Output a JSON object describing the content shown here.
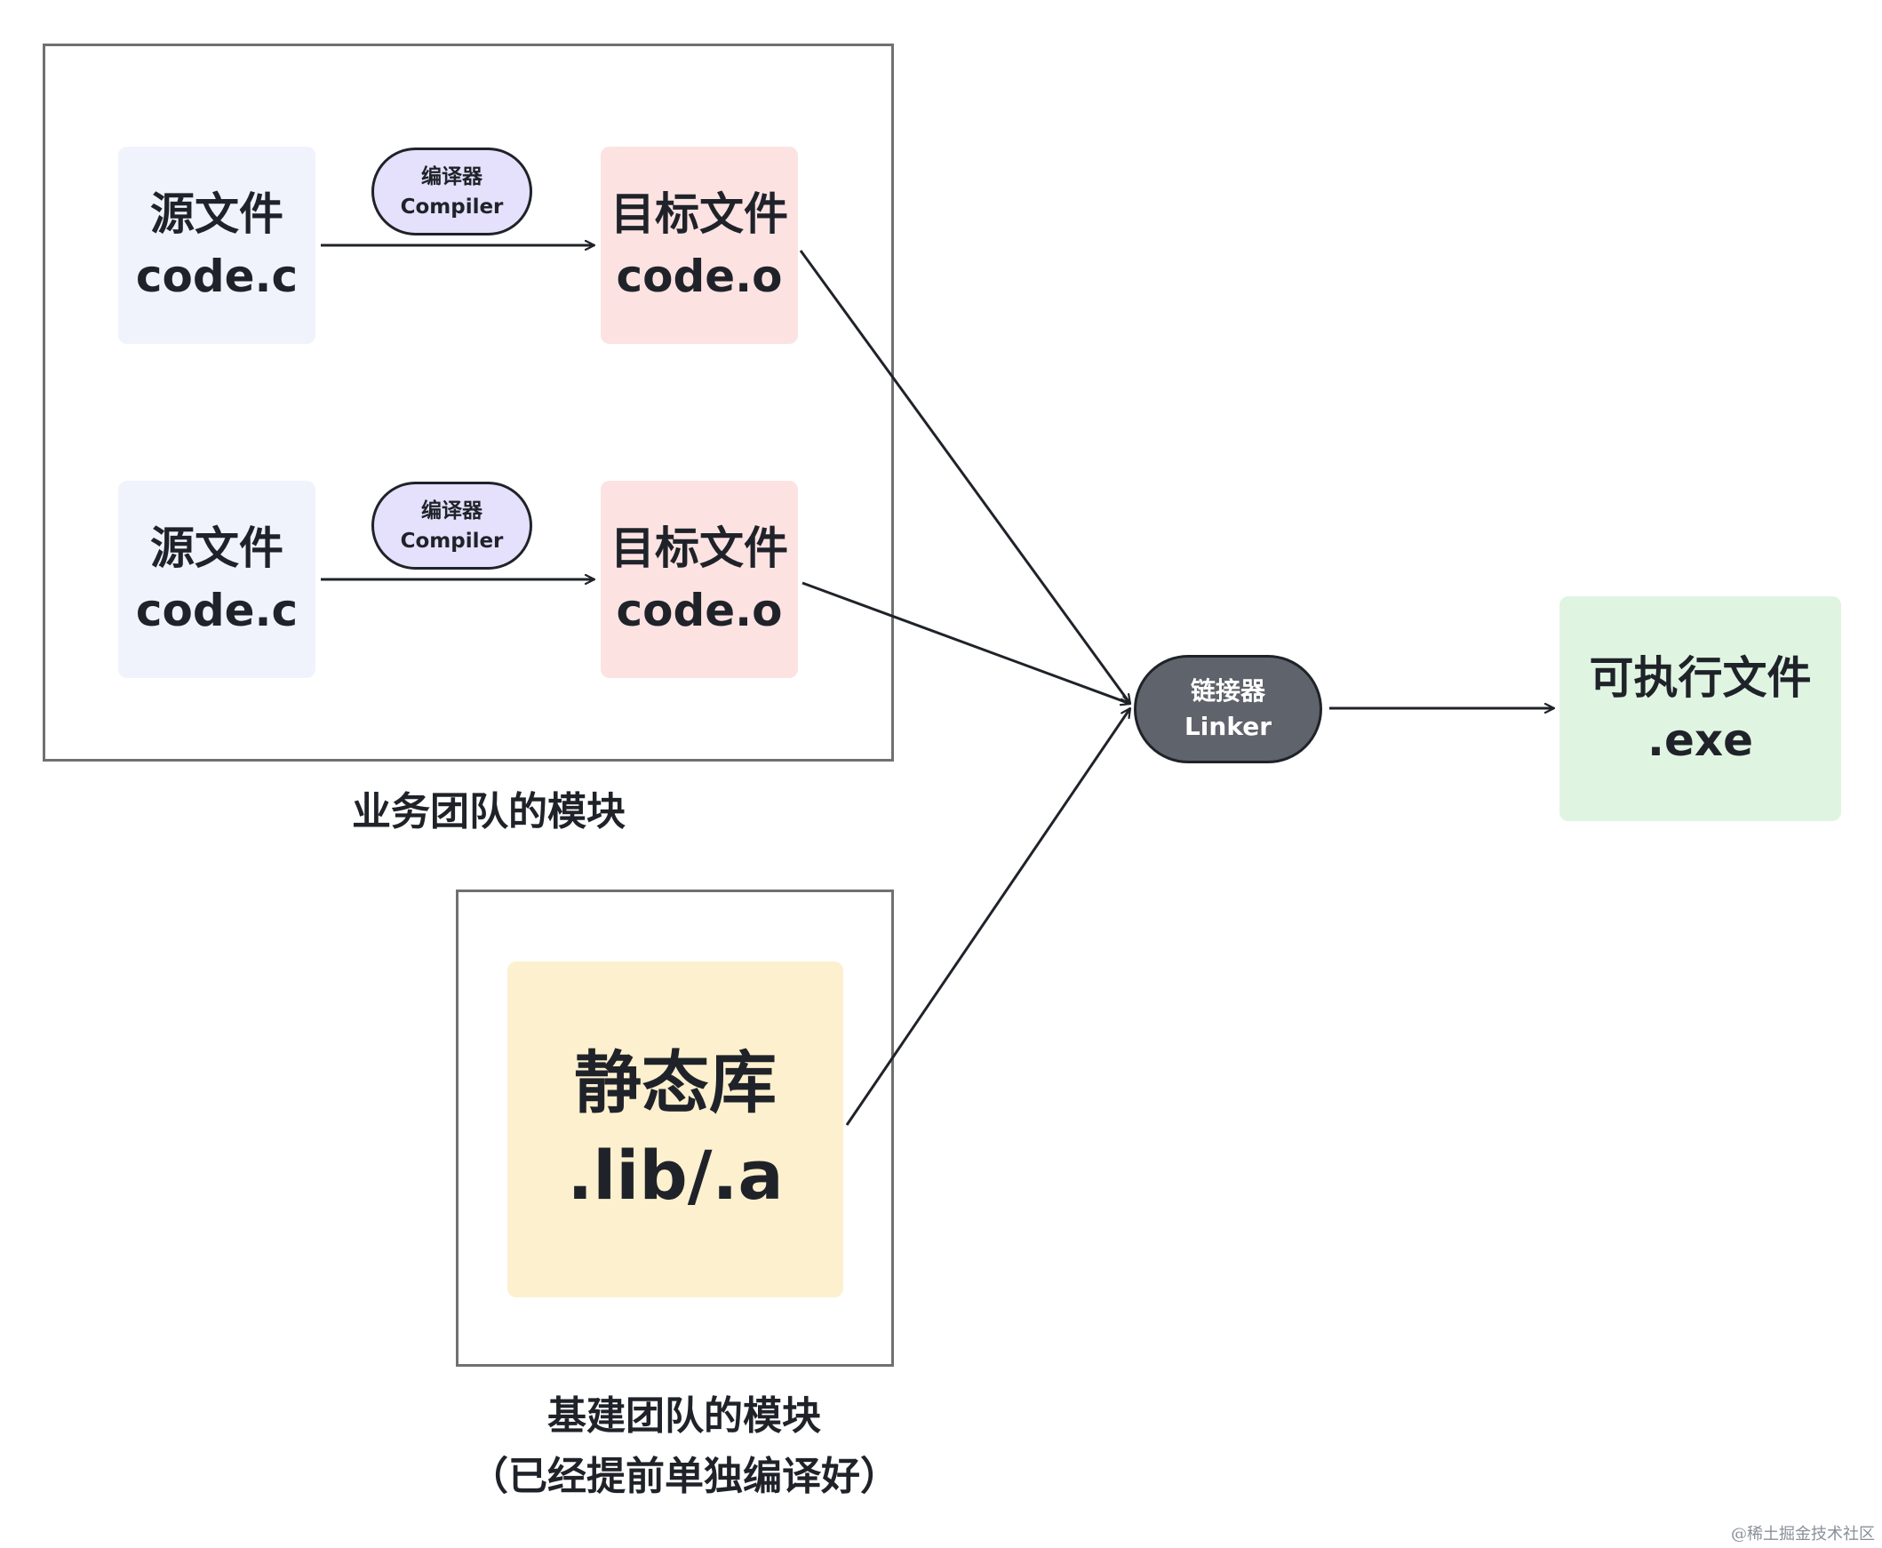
{
  "groups": {
    "business": {
      "label": "业务团队的模块"
    },
    "infra": {
      "label_line1": "基建团队的模块",
      "label_line2": "（已经提前单独编译好）"
    }
  },
  "source_files": [
    {
      "title": "源文件",
      "name": "code.c"
    },
    {
      "title": "源文件",
      "name": "code.c"
    }
  ],
  "compilers": [
    {
      "label_cn": "编译器",
      "label_en": "Compiler"
    },
    {
      "label_cn": "编译器",
      "label_en": "Compiler"
    }
  ],
  "object_files": [
    {
      "title": "目标文件",
      "name": "code.o"
    },
    {
      "title": "目标文件",
      "name": "code.o"
    }
  ],
  "static_lib": {
    "title": "静态库",
    "name": ".lib/.a"
  },
  "linker": {
    "label_cn": "链接器",
    "label_en": "Linker"
  },
  "executable": {
    "title": "可执行文件",
    "name": ".exe"
  },
  "watermark": "@稀土掘金技术社区"
}
